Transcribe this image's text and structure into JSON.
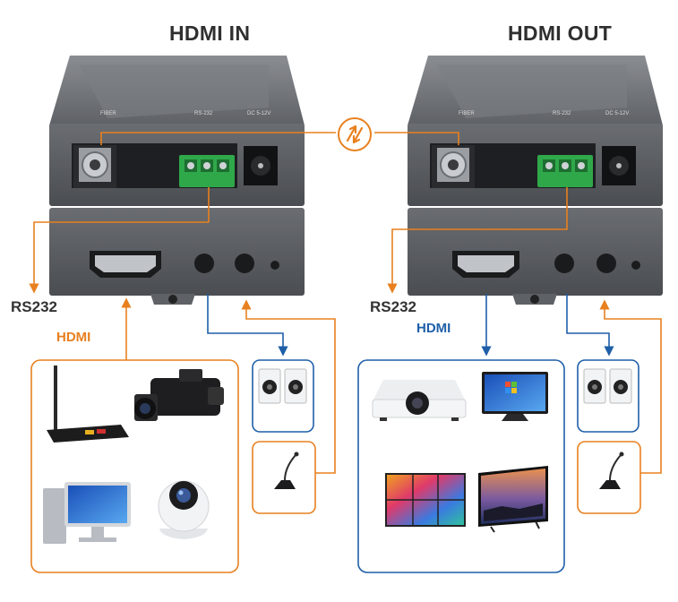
{
  "titles": {
    "left": "HDMI IN",
    "right": "HDMI OUT"
  },
  "labels": {
    "rs232_left": "RS232",
    "rs232_right": "RS232",
    "hdmi_left": "HDMI",
    "hdmi_right": "HDMI"
  },
  "panel_text": {
    "fiber": "FIBER",
    "rs232": "RS-232",
    "dc": "DC 5-12V"
  },
  "colors": {
    "orange": "#e8801f",
    "blue": "#1f5fa8",
    "device": "#5b5e62",
    "panel": "#3a3c40"
  },
  "icons": {
    "link": "fiber-link-icon",
    "sources": [
      "wifi-router-icon",
      "camcorder-icon",
      "desktop-computer-icon",
      "security-camera-icon"
    ],
    "displays": [
      "projector-icon",
      "monitor-icon",
      "video-wall-icon",
      "television-icon"
    ],
    "audio": [
      "speaker-icon",
      "microphone-icon"
    ]
  }
}
